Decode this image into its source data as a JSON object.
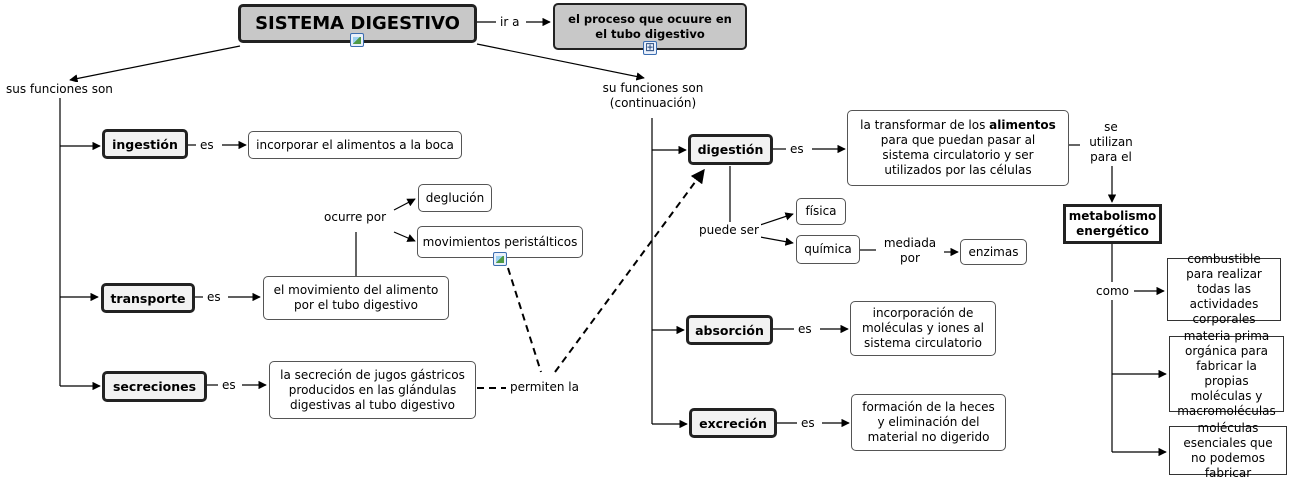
{
  "nodes": {
    "sistema_digestivo": "SISTEMA DIGESTIVO",
    "proceso_tubo": "el proceso que ocuure en el tubo digestivo",
    "ingestion": "ingestión",
    "incorporar_alimentos": "incorporar el alimentos a la boca",
    "transporte": "transporte",
    "movimiento_alimento": "el movimiento del alimento por el tubo digestivo",
    "deglucion": "deglución",
    "movimientos_peristalticos": "movimientos peristálticos",
    "secreciones": "secreciones",
    "secrecion_jugos": "la secreción de jugos gástricos producidos en las glándulas digestivas al tubo digestivo",
    "digestion": "digestión",
    "transformar_pre": "la transformar de los ",
    "transformar_bold": "alimentos",
    "transformar_post": " para que puedan pasar al sistema circulatorio y ser utilizados por las células",
    "fisica": "física",
    "quimica": "química",
    "enzimas": "enzimas",
    "absorcion": "absorción",
    "incorporacion_moleculas": "incorporación de moléculas y iones al sistema circulatorio",
    "excrecion": "excreción",
    "formacion_heces": "formación de la heces y eliminación del material no digerido",
    "metabolismo": "metabolismo energético",
    "combustible": "combustible para realizar todas las actividades corporales",
    "materia_prima": "materia prima orgánica para fabricar la propias moléculas y macromoléculas",
    "moleculas_esenciales": "moléculas esenciales que no podemos fabricar"
  },
  "links": {
    "ir_a": "ir a",
    "sus_funciones": "sus funciones son",
    "sus_funciones_cont": "su funciones son (continuación)",
    "es": "es",
    "ocurre_por": "ocurre por",
    "permiten_la": "permiten la",
    "puede_ser": "puede ser",
    "mediada_por": "mediada por",
    "se_utilizan": "se utilizan para el",
    "como": "como"
  },
  "icons": {
    "title_icon": "image-icon",
    "proceso_icon": "concept-map-icon",
    "peristalticos_icon": "image-icon"
  }
}
